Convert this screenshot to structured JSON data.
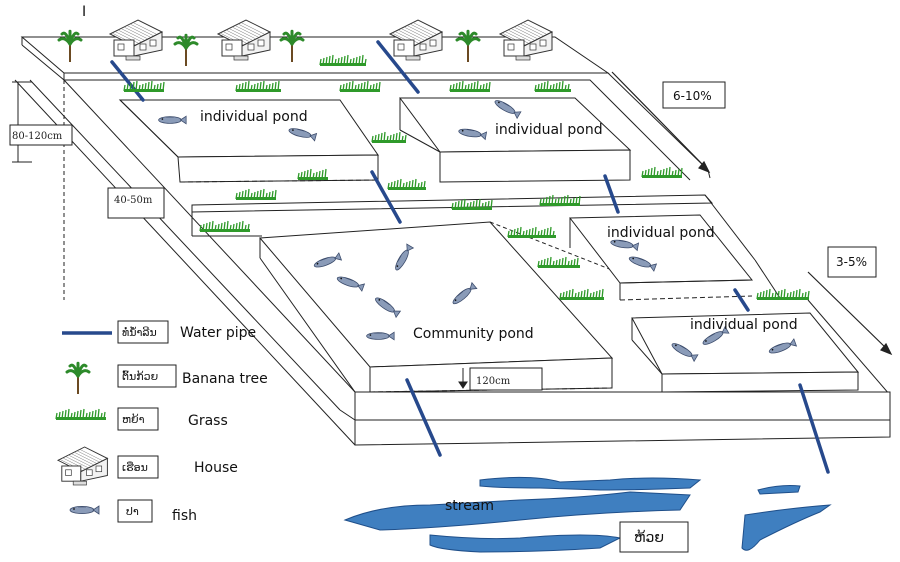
{
  "labels": {
    "pond_top_left": "individual pond",
    "pond_top_right": "individual pond",
    "pond_mid_right": "individual pond",
    "pond_bottom_right": "individual pond",
    "community_pond": "Community pond",
    "stream": "stream",
    "stream_lao": "ຫ້ວຍ",
    "slope_upper": "6-10%",
    "slope_lower": "3-5%",
    "height_dim": "80-120cm",
    "terrace_dim": "40-50m",
    "depth_dim": "120cm",
    "top_mark": "I"
  },
  "legend": [
    {
      "icon": "water-pipe",
      "lao": "ທໍ່ນໍ້າລີນ",
      "label": "Water pipe"
    },
    {
      "icon": "banana-tree",
      "lao": "ຕົ້ນກ້ວຍ",
      "label": "Banana tree"
    },
    {
      "icon": "grass",
      "lao": "ຫຍ້າ",
      "label": "Grass"
    },
    {
      "icon": "house",
      "lao": "ເຮືອນ",
      "label": "House"
    },
    {
      "icon": "fish",
      "lao": "ປາ",
      "label": "fish"
    }
  ],
  "colors": {
    "pipe": "#27498c",
    "water": "#3f7fc0",
    "water_light": "#7fb0dd",
    "grass": "#2f9a2a",
    "leaf": "#2d8a2a",
    "line": "#222222"
  }
}
